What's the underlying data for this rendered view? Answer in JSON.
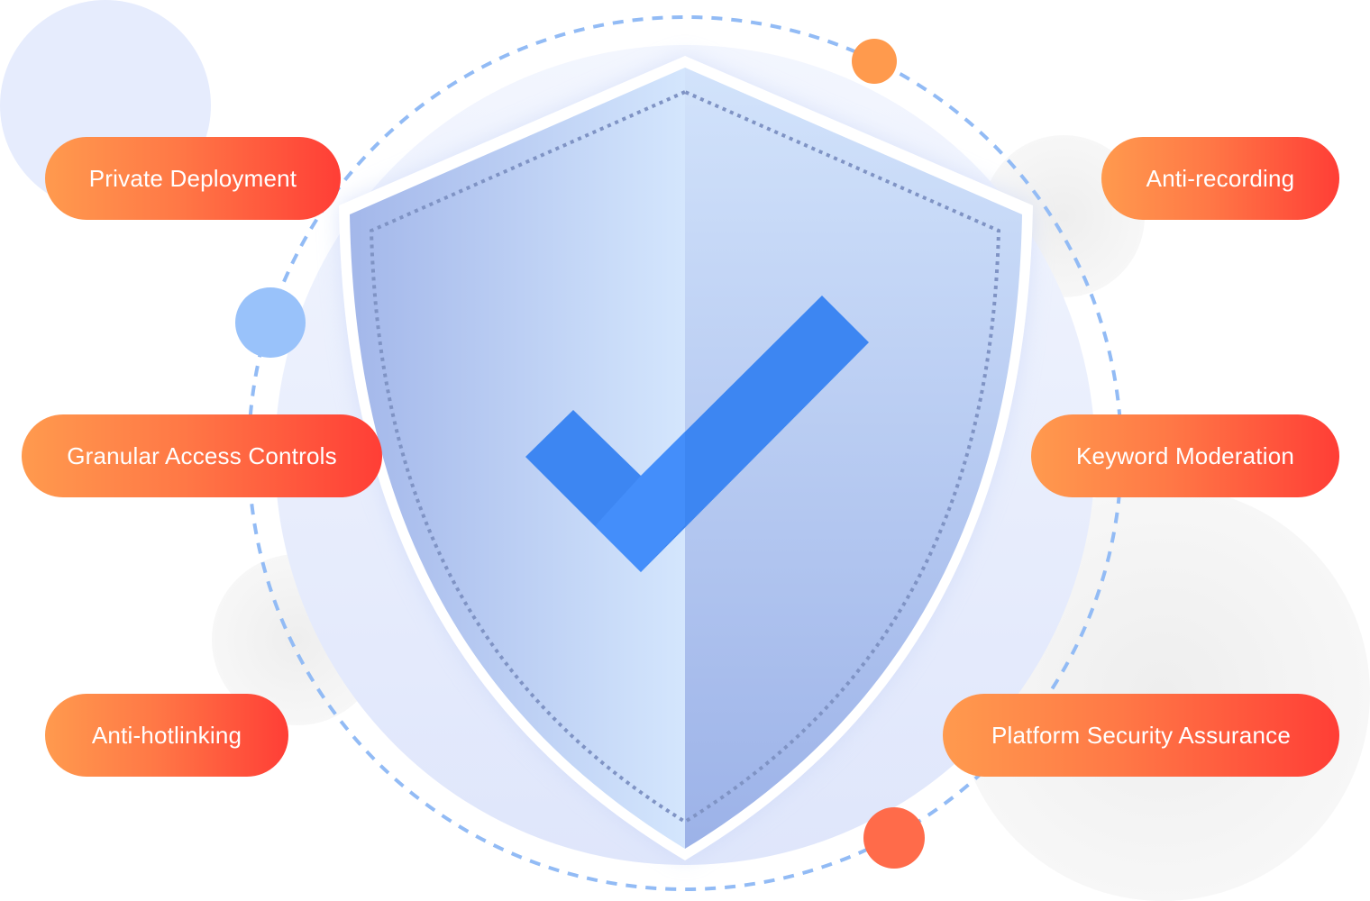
{
  "features": [
    {
      "label": "Private Deployment"
    },
    {
      "label": "Anti-recording"
    },
    {
      "label": "Granular Access Controls"
    },
    {
      "label": "Keyword Moderation"
    },
    {
      "label": "Anti-hotlinking"
    },
    {
      "label": "Platform Security Assurance"
    }
  ],
  "colors": {
    "pill_start": "#ff9a4e",
    "pill_end": "#ff3e36",
    "checkmark": "#3d86f2",
    "dashed_ring": "#92bbf5",
    "dot_orange": "#ff9a4d",
    "dot_blue": "#99c2fa",
    "dot_red": "#ff6b4a"
  },
  "icons": {
    "center": "shield-check-icon"
  }
}
